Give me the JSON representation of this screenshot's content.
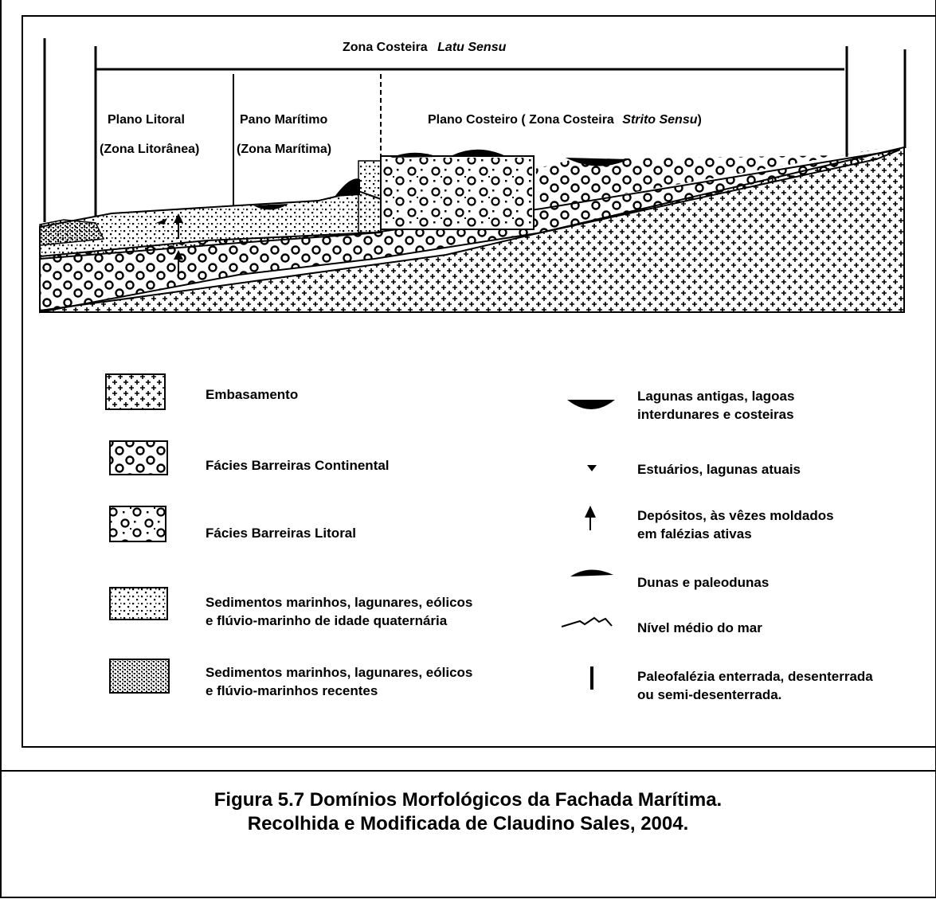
{
  "diagram": {
    "top_label": {
      "prefix": "Zona Costeira",
      "italic": "Latu Sensu"
    },
    "zones": [
      {
        "line1": "Plano Litoral",
        "line2": "(Zona Litorânea)"
      },
      {
        "line1": "Pano Marítimo",
        "line2": "(Zona Marítima)"
      },
      {
        "line1_prefix": "Plano Costeiro ( Zona Costeira",
        "line1_italic": "Strito Sensu",
        "line1_suffix": ")"
      }
    ]
  },
  "legend": {
    "left": [
      {
        "icon": "crosses-pattern",
        "line1": "Embasamento"
      },
      {
        "icon": "large-circles-pattern",
        "line1": "Fácies Barreiras Continental"
      },
      {
        "icon": "circles-dots-pattern",
        "line1": "Fácies Barreiras Litoral"
      },
      {
        "icon": "dots-pattern",
        "line1": "Sedimentos marinhos, lagunares, eólicos",
        "line2": "e flúvio-marinho de idade quaternária"
      },
      {
        "icon": "dense-stipple-pattern",
        "line1": "Sedimentos marinhos, lagunares, eólicos",
        "line2": "e flúvio-marinhos recentes"
      }
    ],
    "right": [
      {
        "icon": "lens-shape",
        "line1": "Lagunas antigas, lagoas",
        "line2": "interdunares e costeiras"
      },
      {
        "icon": "small-triangle",
        "line1": "Estuários, lagunas atuais"
      },
      {
        "icon": "up-arrow",
        "line1": "Depósitos, às vêzes moldados",
        "line2": "em falézias ativas"
      },
      {
        "icon": "dune-mound",
        "line1": "Dunas e paleodunas"
      },
      {
        "icon": "wavy-line",
        "line1": "Nível médio do mar"
      },
      {
        "icon": "vertical-bar",
        "line1": "Paleofalézia enterrada, desenterrada",
        "line2": "ou semi-desenterrada."
      }
    ]
  },
  "caption": {
    "line1": "Figura 5.7 Domínios Morfológicos da Fachada Marítima.",
    "line2": "Recolhida e Modificada de Claudino Sales, 2004."
  }
}
